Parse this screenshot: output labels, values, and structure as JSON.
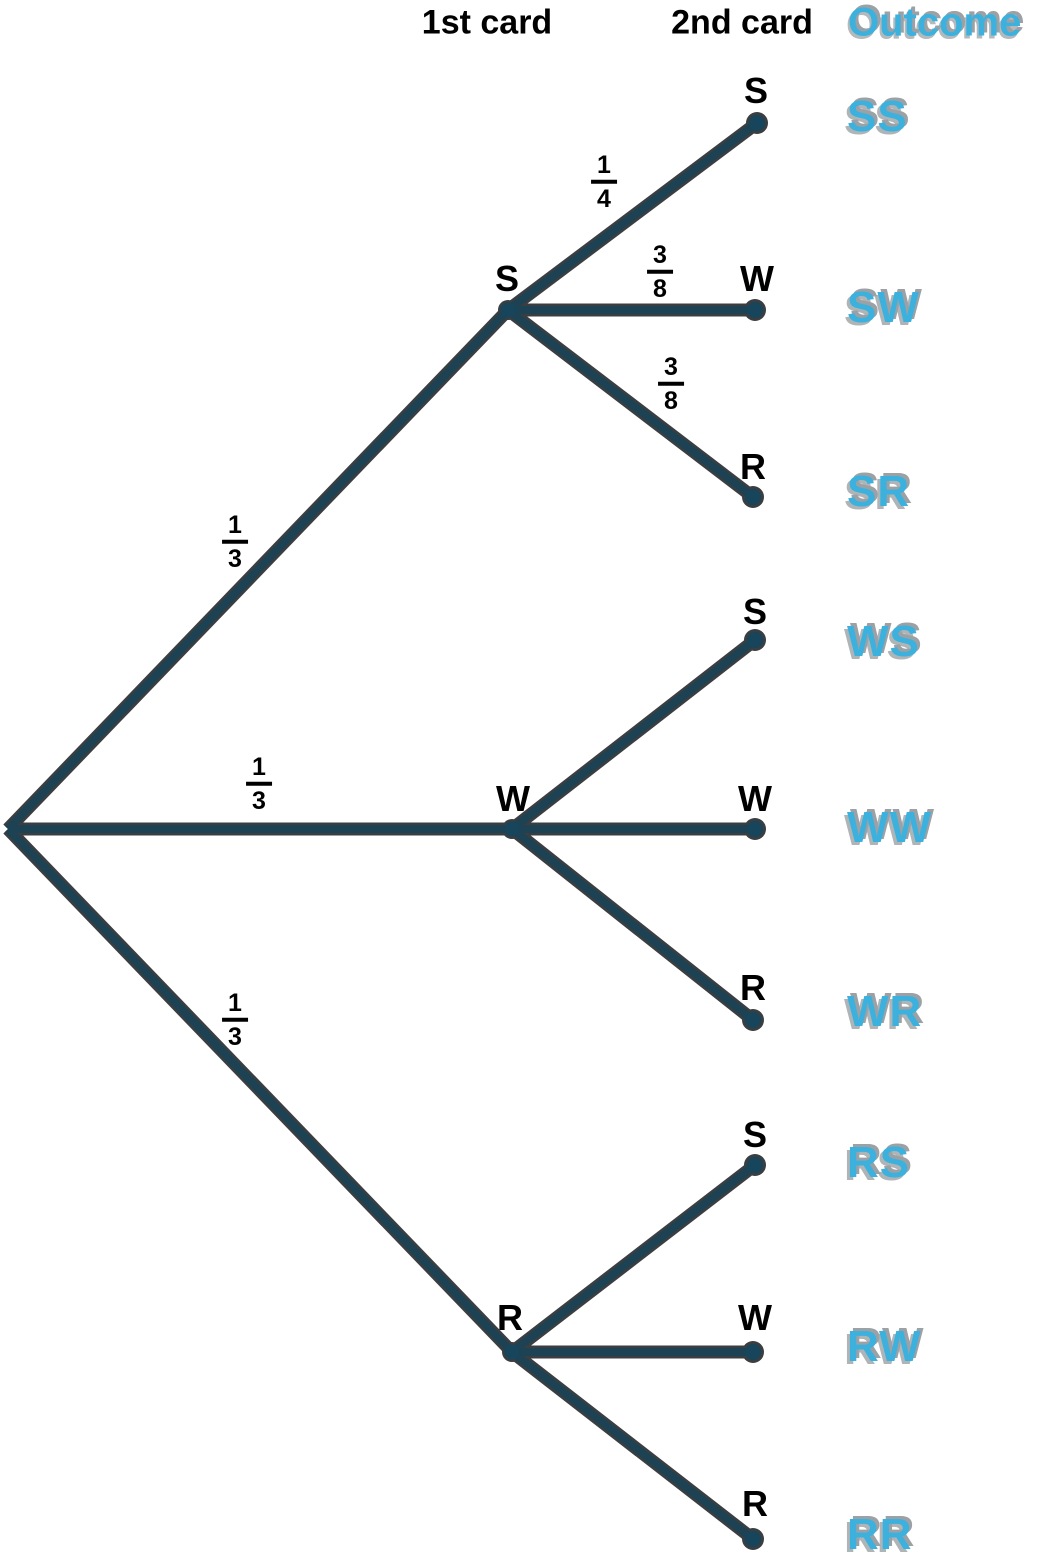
{
  "header": {
    "stage1": "1st card",
    "stage2": "2nd card",
    "outcome": "Outcome"
  },
  "colors": {
    "branch_line": "#1c4254",
    "node_dot": "#16455c",
    "outcome_text": "#3cb1de",
    "label_text": "#000000"
  },
  "tree": {
    "stage1": [
      {
        "label": "S",
        "prob": {
          "num": "1",
          "den": "3"
        }
      },
      {
        "label": "W",
        "prob": {
          "num": "1",
          "den": "3"
        }
      },
      {
        "label": "R",
        "prob": {
          "num": "1",
          "den": "3"
        }
      }
    ],
    "stage2": [
      {
        "from": "S",
        "label": "S",
        "prob": {
          "num": "1",
          "den": "4"
        },
        "outcome": "SS"
      },
      {
        "from": "S",
        "label": "W",
        "prob": {
          "num": "3",
          "den": "8"
        },
        "outcome": "SW"
      },
      {
        "from": "S",
        "label": "R",
        "prob": {
          "num": "3",
          "den": "8"
        },
        "outcome": "SR"
      },
      {
        "from": "W",
        "label": "S",
        "outcome": "WS"
      },
      {
        "from": "W",
        "label": "W",
        "outcome": "WW"
      },
      {
        "from": "W",
        "label": "R",
        "outcome": "WR"
      },
      {
        "from": "R",
        "label": "S",
        "outcome": "RS"
      },
      {
        "from": "R",
        "label": "W",
        "outcome": "RW"
      },
      {
        "from": "R",
        "label": "R",
        "outcome": "RR"
      }
    ]
  }
}
